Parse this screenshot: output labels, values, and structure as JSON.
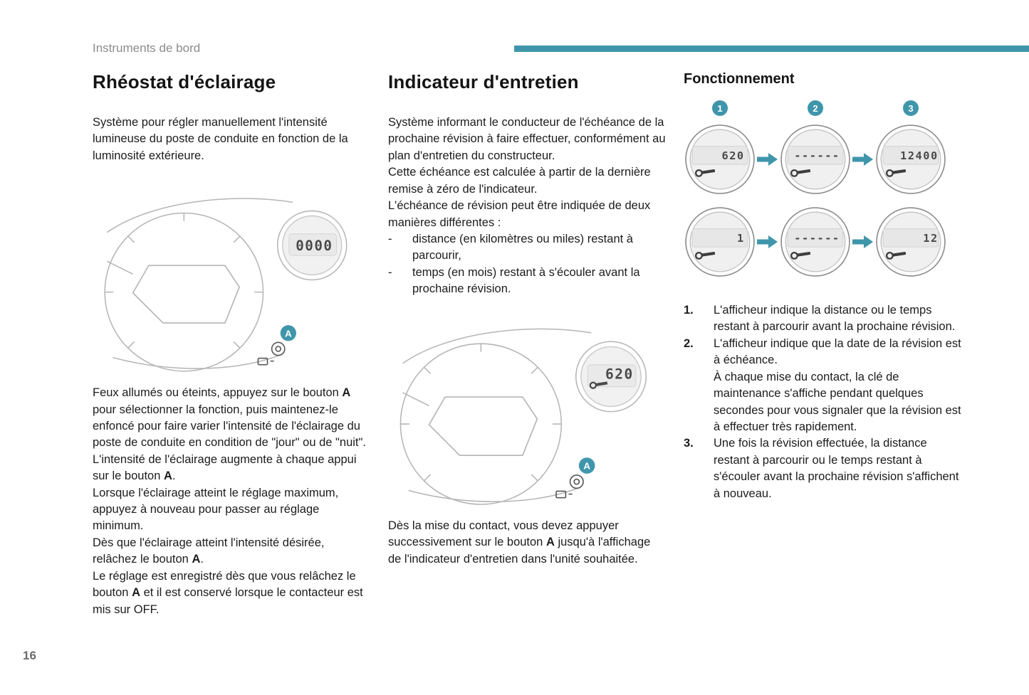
{
  "meta": {
    "header": "Instruments de bord",
    "page_number": "16"
  },
  "colors": {
    "accent": "#3f96ab"
  },
  "rheostat": {
    "title": "Rhéostat d'éclairage",
    "intro": "Système pour régler manuellement l'intensité lumineuse du poste de conduite en fonction de la luminosité extérieure.",
    "diagram": {
      "display_value": "0000",
      "button_label": "A"
    },
    "paragraphs": [
      [
        {
          "t": "Feux allumés ou éteints, appuyez sur le bouton "
        },
        {
          "t": "A",
          "b": 1
        },
        {
          "t": " pour sélectionner la fonction, puis maintenez-le enfoncé pour faire varier l'intensité de l'éclairage du poste de conduite en condition de \"jour\" ou de \"nuit\"."
        }
      ],
      [
        {
          "t": "L'intensité de l'éclairage augmente à chaque appui sur le bouton "
        },
        {
          "t": "A",
          "b": 1
        },
        {
          "t": "."
        }
      ],
      [
        {
          "t": "Lorsque l'éclairage atteint le réglage maximum, appuyez à nouveau pour passer au réglage minimum."
        }
      ],
      [
        {
          "t": "Dès que l'éclairage atteint l'intensité désirée, relâchez le bouton "
        },
        {
          "t": "A",
          "b": 1
        },
        {
          "t": "."
        }
      ],
      [
        {
          "t": "Le réglage est enregistré dès que vous relâchez le bouton "
        },
        {
          "t": "A",
          "b": 1
        },
        {
          "t": " et il est conservé lorsque le contacteur est mis sur OFF."
        }
      ]
    ]
  },
  "entretien": {
    "title": "Indicateur d'entretien",
    "para1": "Système informant le conducteur de l'échéance de la prochaine révision à faire effectuer, conformément au plan d'entretien du constructeur.",
    "para2": "Cette échéance est calculée à partir de la dernière remise à zéro de l'indicateur.",
    "para3": "L'échéance de révision peut être indiquée de deux manières différentes :",
    "bullet_marker": "-",
    "bullets": [
      "distance (en kilomètres ou miles) restant à parcourir,",
      "temps (en mois) restant à s'écouler avant la prochaine révision."
    ],
    "diagram": {
      "display_value": "620",
      "button_label": "A"
    },
    "outro": [
      {
        "t": "Dès la mise du contact, vous devez appuyer successivement sur le bouton "
      },
      {
        "t": "A",
        "b": 1
      },
      {
        "t": " jusqu'à l'affichage de l'indicateur d'entretien dans l'unité souhaitée."
      }
    ]
  },
  "fonctionnement": {
    "title": "Fonctionnement",
    "gauges_row1": [
      {
        "badge": "1",
        "value": "620"
      },
      {
        "badge": "2",
        "value": "------"
      },
      {
        "badge": "3",
        "value": "12400"
      }
    ],
    "gauges_row2": [
      {
        "value": "1"
      },
      {
        "value": "------"
      },
      {
        "value": "12"
      }
    ],
    "steps": [
      {
        "num": "1.",
        "text": "L'afficheur indique la distance ou le temps restant à parcourir avant la prochaine révision."
      },
      {
        "num": "2.",
        "text": "L'afficheur indique que la date de la révision est à échéance.\nÀ chaque mise du contact, la clé de maintenance s'affiche pendant quelques secondes pour vous signaler que la révision est à effectuer très rapidement."
      },
      {
        "num": "3.",
        "text": "Une fois la révision effectuée, la distance restant à parcourir ou le temps restant à s'écouler avant la prochaine révision s'affichent à nouveau."
      }
    ]
  }
}
